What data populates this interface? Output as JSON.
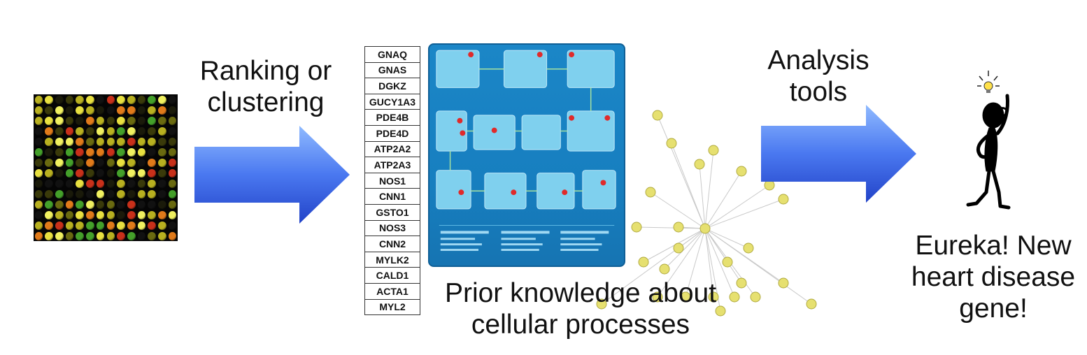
{
  "captions": {
    "ranking": "Ranking or clustering",
    "analysis": "Analysis tools",
    "prior_knowledge": "Prior knowledge about cellular processes",
    "eureka": "Eureka! New heart disease gene!"
  },
  "gene_list": [
    "GNAQ",
    "GNAS",
    "DGKZ",
    "GUCY1A3",
    "PDE4B",
    "PDE4D",
    "ATP2A2",
    "ATP2A3",
    "NOS1",
    "CNN1",
    "GSTO1",
    "NOS3",
    "CNN2",
    "MYLK2",
    "CALD1",
    "ACTA1",
    "MYL2"
  ],
  "icons": {
    "microarray": "microarray-image",
    "pathway": "pathway-diagram",
    "network": "network-graph",
    "person": "thinking-person-icon",
    "lightbulb": "lightbulb-icon"
  },
  "colors": {
    "arrow_light": "#7fb0ff",
    "arrow_dark": "#2a4fd8",
    "pathway_blue": "#1b86c7",
    "node_yellow": "#e6e070"
  }
}
